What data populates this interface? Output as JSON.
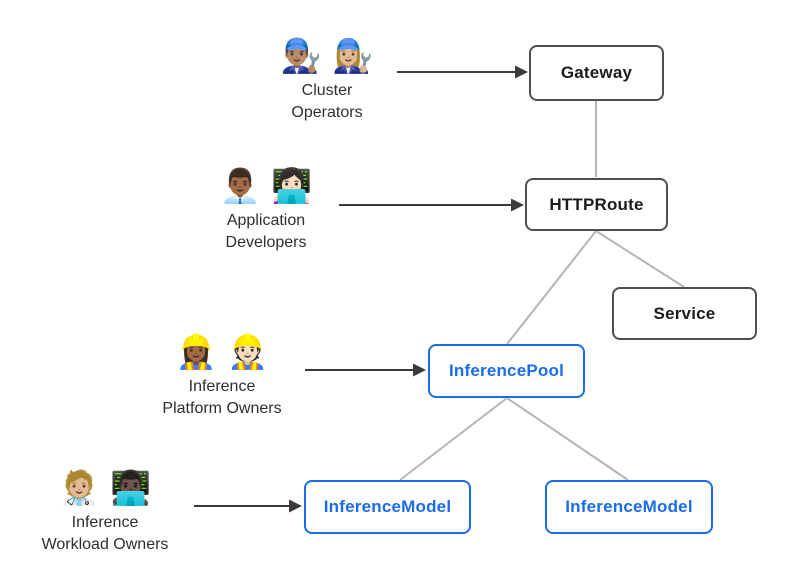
{
  "personas": [
    {
      "id": "cluster-operators",
      "emojis": "👨🏽‍🔧 👩🏼‍🔧",
      "label_line1": "Cluster",
      "label_line2": "Operators",
      "emoji_names": "man-mechanic-icon woman-mechanic-icon"
    },
    {
      "id": "application-developers",
      "emojis": "👨🏾‍💼 👩🏻‍💻",
      "label_line1": "Application",
      "label_line2": "Developers",
      "emoji_names": "man-office-worker-icon woman-technologist-icon"
    },
    {
      "id": "inference-platform-owners",
      "emojis": "👷🏾‍♀️ 👷🏻",
      "label_line1": "Inference",
      "label_line2": "Platform Owners",
      "emoji_names": "woman-construction-worker-icon man-construction-worker-icon"
    },
    {
      "id": "inference-workload-owners",
      "emojis": "🧑🏼‍⚕️ 👨🏿‍💻",
      "label_line1": "Inference",
      "label_line2": "Workload Owners",
      "emoji_names": "health-worker-icon man-technologist-icon"
    }
  ],
  "nodes": [
    {
      "id": "gateway",
      "label": "Gateway",
      "style": "gray"
    },
    {
      "id": "httproute",
      "label": "HTTPRoute",
      "style": "gray"
    },
    {
      "id": "service",
      "label": "Service",
      "style": "gray"
    },
    {
      "id": "inferencepool",
      "label": "InferencePool",
      "style": "blue"
    },
    {
      "id": "inferencemodel-left",
      "label": "InferenceModel",
      "style": "blue"
    },
    {
      "id": "inferencemodel-right",
      "label": "InferenceModel",
      "style": "blue"
    }
  ],
  "edges": [
    {
      "from": "gateway",
      "to": "httproute",
      "type": "line"
    },
    {
      "from": "httproute",
      "to": "inferencepool",
      "type": "line"
    },
    {
      "from": "httproute",
      "to": "service",
      "type": "line"
    },
    {
      "from": "inferencepool",
      "to": "inferencemodel-left",
      "type": "line"
    },
    {
      "from": "inferencepool",
      "to": "inferencemodel-right",
      "type": "line"
    },
    {
      "from": "cluster-operators",
      "to": "gateway",
      "type": "arrow"
    },
    {
      "from": "application-developers",
      "to": "httproute",
      "type": "arrow"
    },
    {
      "from": "inference-platform-owners",
      "to": "inferencepool",
      "type": "arrow"
    },
    {
      "from": "inference-workload-owners",
      "to": "inferencemodel-left",
      "type": "arrow"
    }
  ],
  "colors": {
    "accent_blue": "#1a6ce8",
    "gray_node_border": "#4f4f4f",
    "gray_node_text": "#1c1c1c",
    "connector_line": "#b5b5b5",
    "arrow_line": "#3b3b3b",
    "label_text": "#2e2e2e",
    "background": "#ffffff"
  }
}
